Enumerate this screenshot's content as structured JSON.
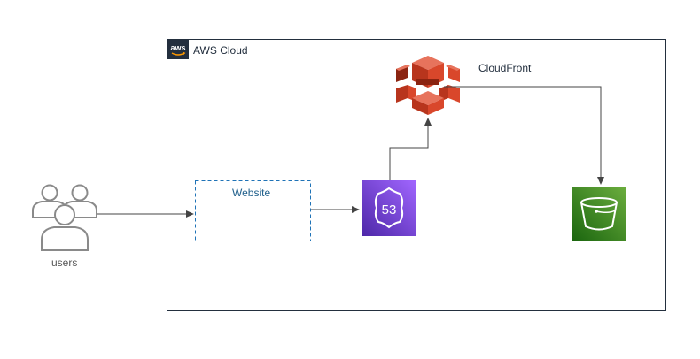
{
  "diagram": {
    "container": {
      "label": "AWS Cloud",
      "logo_icon": "aws-logo-icon",
      "border_color": "#232f3e"
    },
    "nodes": {
      "users": {
        "label": "users",
        "icon": "users-icon",
        "color": "#8a8a8a"
      },
      "website": {
        "label": "Website",
        "style": "dashed-box",
        "border_color": "#1f73b7"
      },
      "route53": {
        "label": "",
        "icon": "route53-icon",
        "badge_text": "53",
        "color": "#7b3fe4"
      },
      "cloudfront": {
        "label": "CloudFront",
        "icon": "cloudfront-icon",
        "color": "#d9472b"
      },
      "s3": {
        "label": "",
        "icon": "s3-bucket-icon",
        "color": "#3f8624"
      }
    },
    "edges": [
      {
        "from": "users",
        "to": "website"
      },
      {
        "from": "website",
        "to": "route53"
      },
      {
        "from": "route53",
        "to": "cloudfront"
      },
      {
        "from": "cloudfront",
        "to": "s3"
      }
    ]
  }
}
